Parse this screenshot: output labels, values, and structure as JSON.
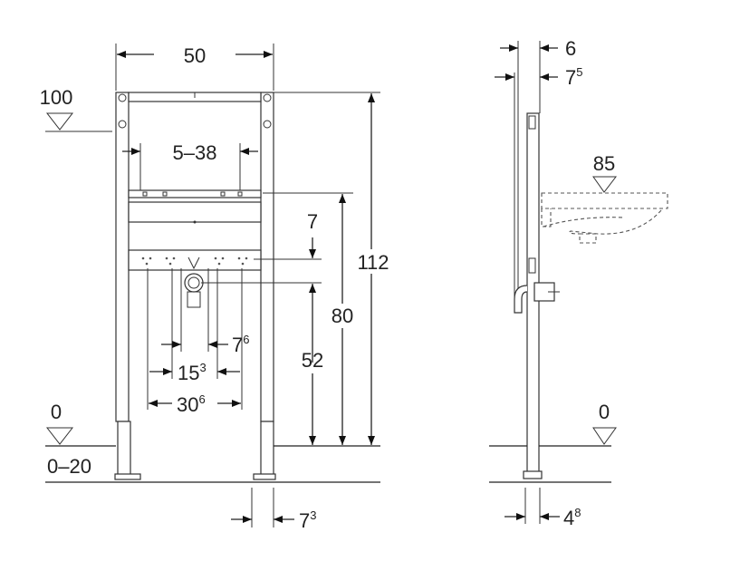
{
  "front_view": {
    "width": "50",
    "top_level": "100",
    "adjust_range": "5–38",
    "offset_top": "7",
    "height_total": "112",
    "height_crossbar": "80",
    "height_outlet": "52",
    "spacing_small": {
      "base": "7",
      "sup": "6"
    },
    "spacing_mid": {
      "base": "15",
      "sup": "3"
    },
    "spacing_wide": {
      "base": "30",
      "sup": "6"
    },
    "floor_level": "0",
    "foot_range": "0–20",
    "foot_width": {
      "base": "7",
      "sup": "3"
    }
  },
  "side_view": {
    "depth_frame": "6",
    "depth_total": {
      "base": "7",
      "sup": "5"
    },
    "basin_level": "85",
    "floor_level": "0",
    "foot_depth": {
      "base": "4",
      "sup": "8"
    }
  }
}
